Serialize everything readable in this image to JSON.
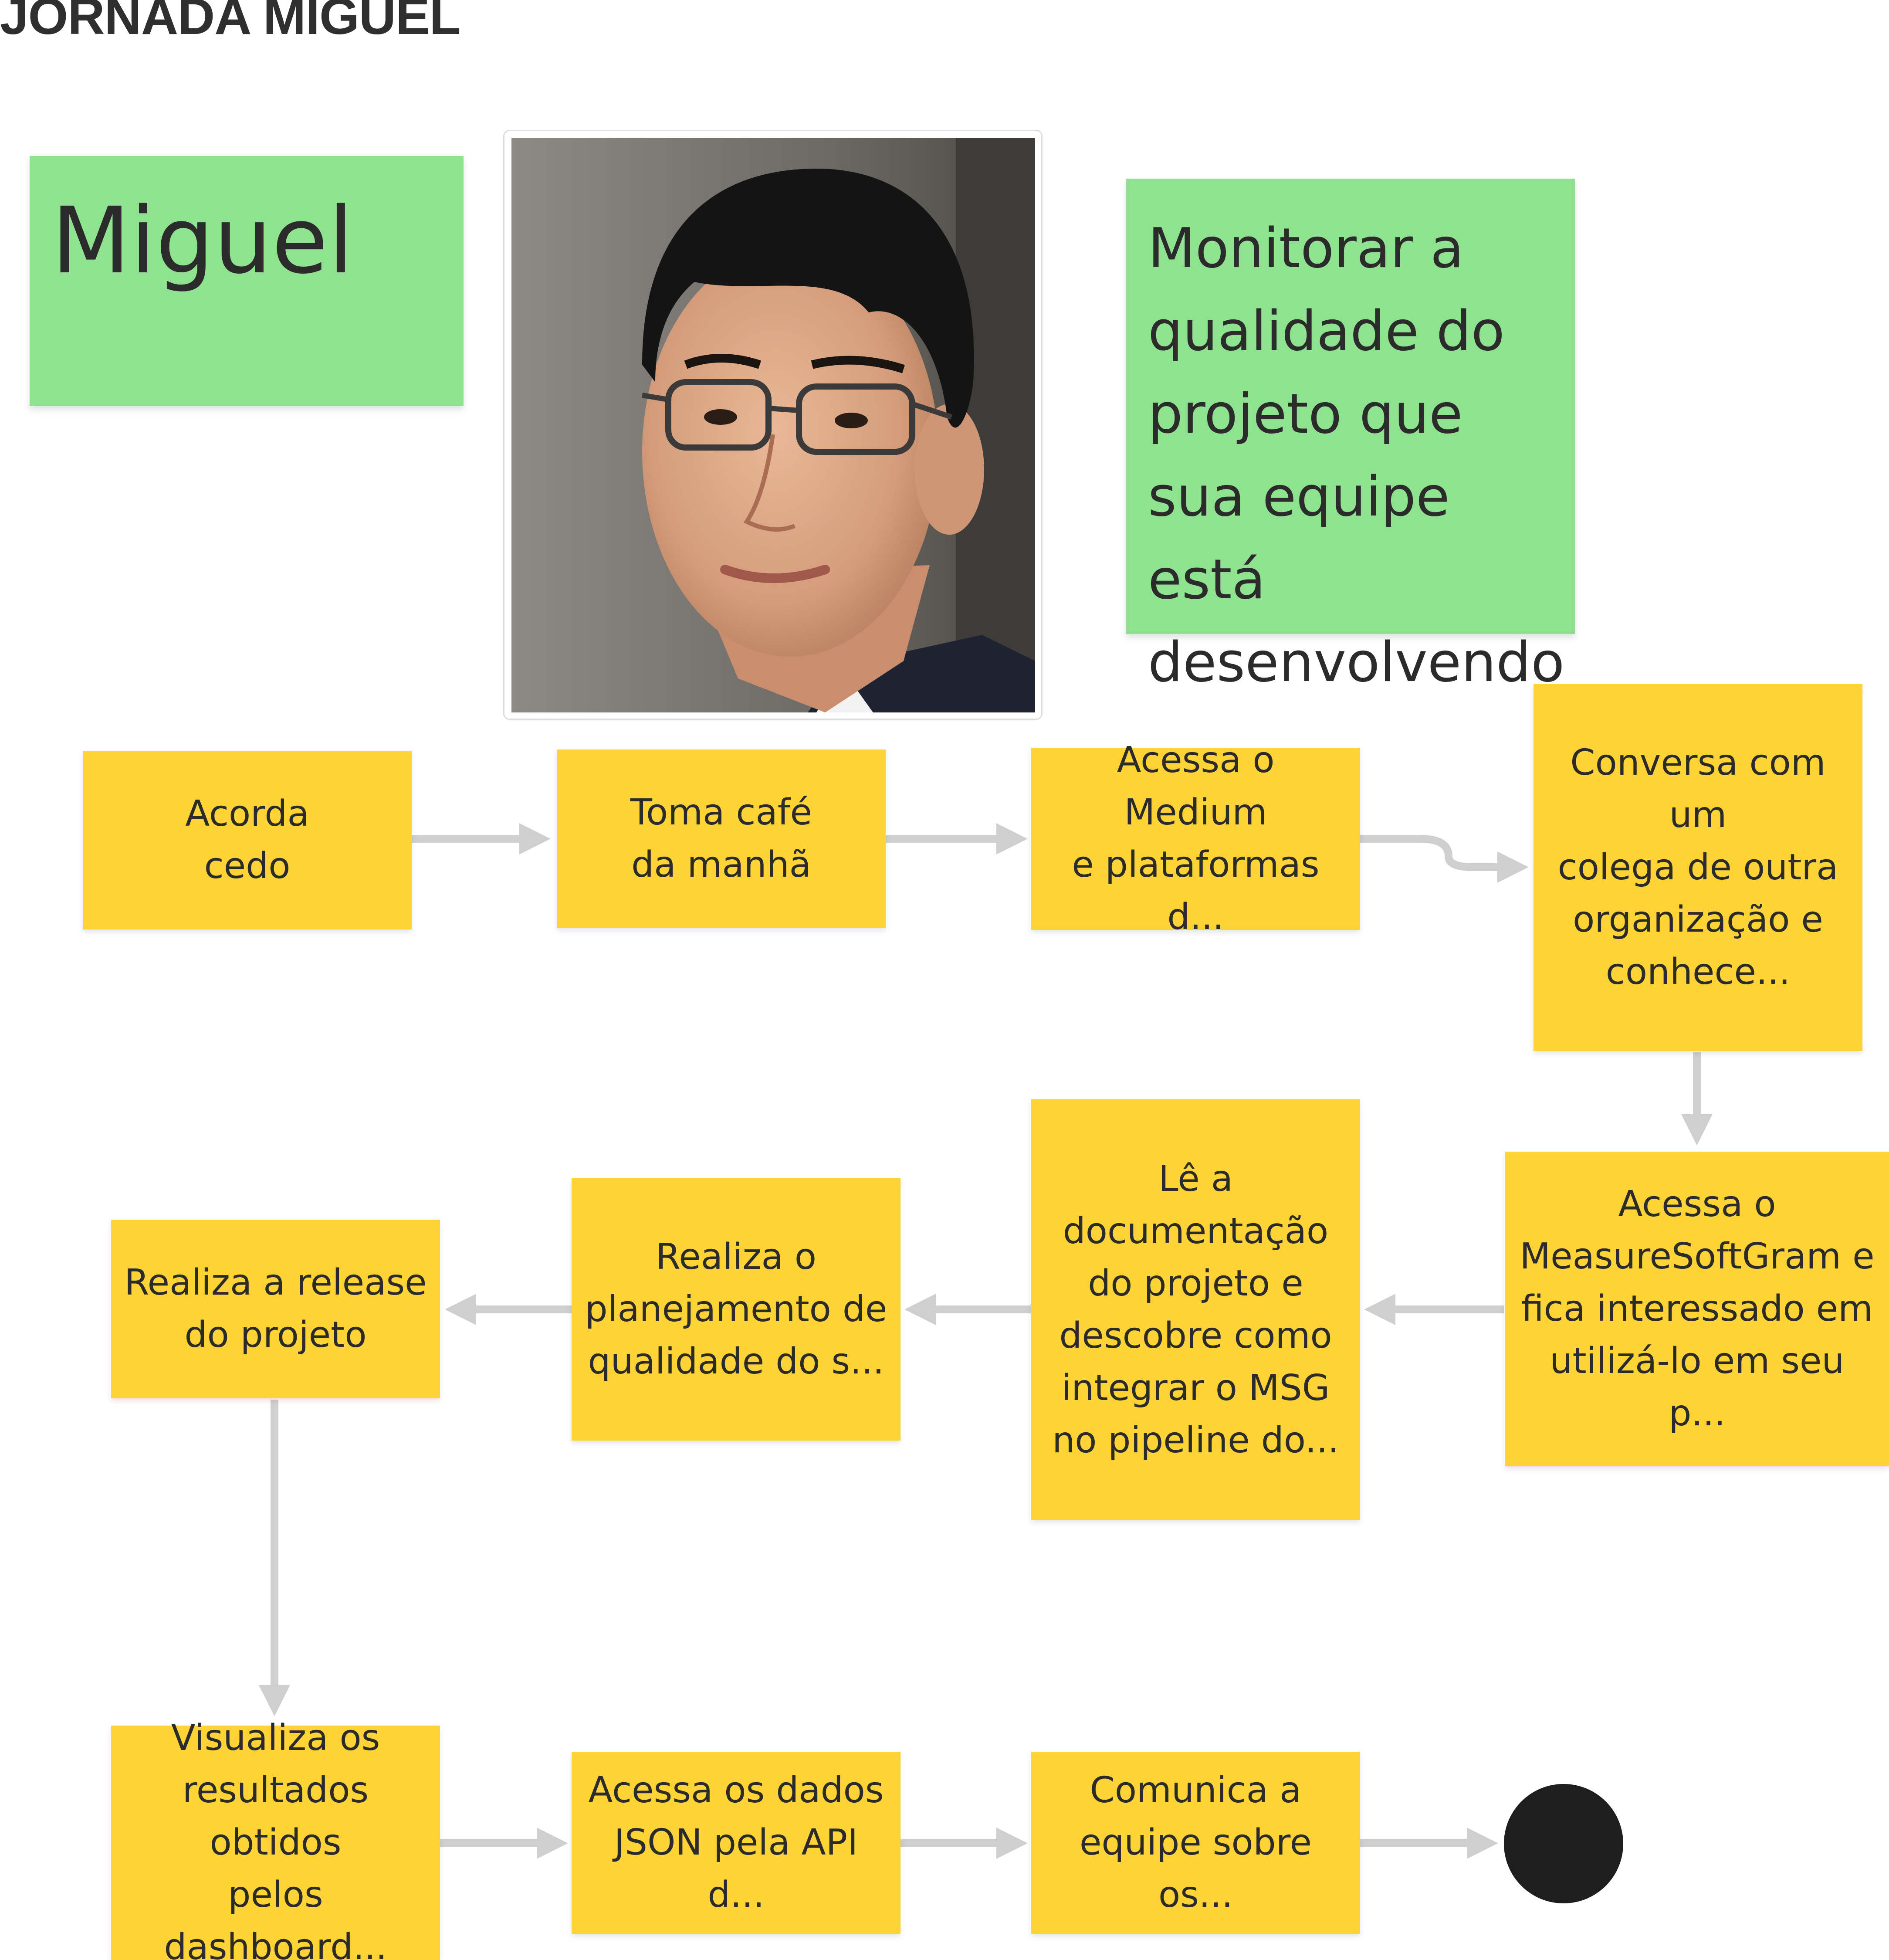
{
  "title": "JORNADA MIGUEL",
  "persona": {
    "name": "Miguel",
    "goal": "Monitorar a qualidade do projeto que sua equipe está desenvolvendo"
  },
  "steps": [
    {
      "id": "acorda",
      "text": "Acorda\ncedo"
    },
    {
      "id": "cafe",
      "text": "Toma café\nda manhã"
    },
    {
      "id": "medium",
      "text": "Acessa o Medium\ne plataformas d..."
    },
    {
      "id": "conversa",
      "text": "Conversa com\num\ncolega de outra\norganização e\nconhece..."
    },
    {
      "id": "msg",
      "text": "Acessa o\nMeasureSoftGram e\nfica interessado em\nutilizá-lo em seu p..."
    },
    {
      "id": "docs",
      "text": "Lê a\ndocumentação\ndo projeto e\ndescobre como\nintegrar o MSG\nno pipeline do..."
    },
    {
      "id": "planejamento",
      "text": "Realiza o\nplanejamento de\nqualidade do s..."
    },
    {
      "id": "release",
      "text": "Realiza a release\ndo projeto"
    },
    {
      "id": "visualiza",
      "text": "Visualiza os\nresultados obtidos\npelos dashboard..."
    },
    {
      "id": "json",
      "text": "Acessa os dados\nJSON pela API d..."
    },
    {
      "id": "comunica",
      "text": "Comunica a\nequipe sobre os..."
    }
  ],
  "colors": {
    "sticky_yellow": "#fdd336",
    "sticky_green": "#8fe28f",
    "arrow": "#cfcfcf",
    "end_node": "#1e1e1e"
  }
}
